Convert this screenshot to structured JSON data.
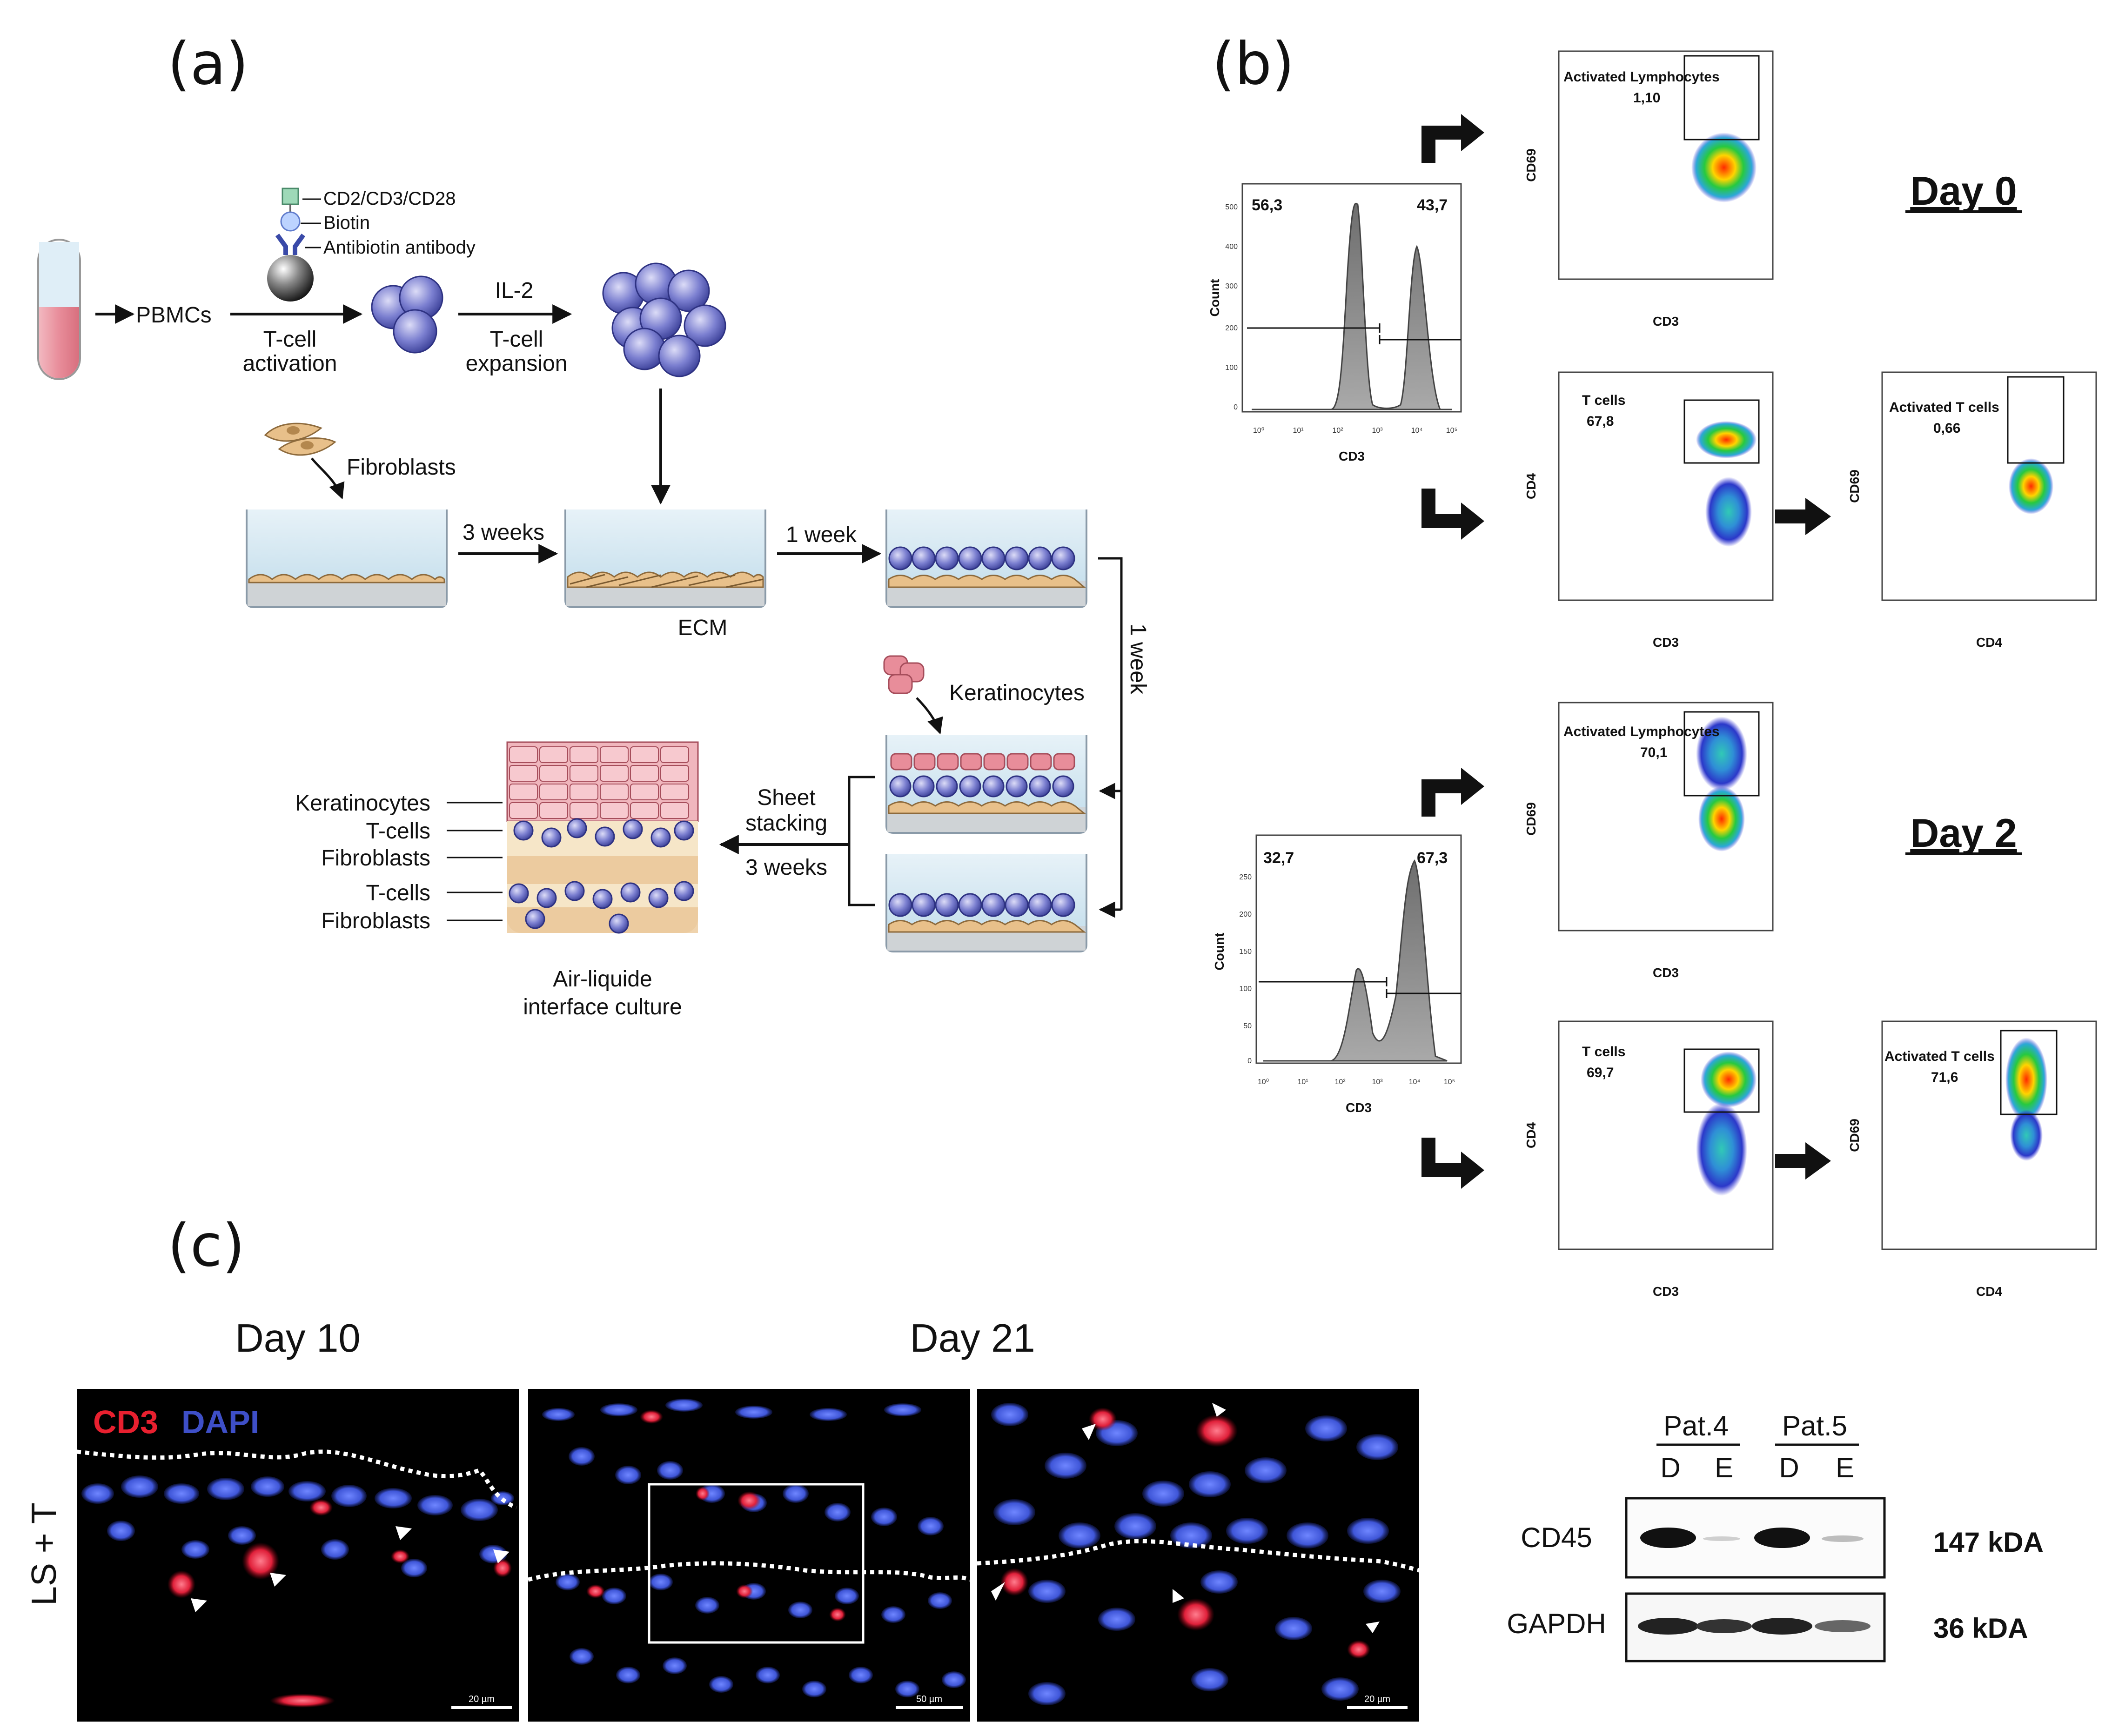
{
  "panel_a": {
    "label": "(a)",
    "reagent_labels": [
      "CD2/CD3/CD28",
      "Biotin",
      "Antibiotin antibody"
    ],
    "pbmc_label": "PBMCs",
    "activation_label": [
      "T-cell",
      "activation"
    ],
    "il2_label": "IL-2",
    "expansion_label": [
      "T-cell",
      "expansion"
    ],
    "fibroblasts_label": "Fibroblasts",
    "three_weeks_label": "3 weeks",
    "ecm_label": "ECM",
    "one_week_label": "1 week",
    "one_week_vertical_label": "1 week",
    "keratinocytes_label": "Keratinocytes",
    "sheet_stacking_label": [
      "Sheet",
      "stacking"
    ],
    "stacking_weeks_label": "3 weeks",
    "layer_labels": [
      "Keratinocytes",
      "T-cells",
      "Fibroblasts",
      "T-cells",
      "Fibroblasts"
    ],
    "ali_label": [
      "Air-liquide",
      "interface culture"
    ]
  },
  "panel_b": {
    "label": "(b)",
    "day_labels": [
      "Day 0",
      "Day 2"
    ],
    "axes": {
      "count": "Count",
      "cd3": "CD3",
      "cd4": "CD4",
      "cd69": "CD69"
    },
    "day0": {
      "hist_left": "56,3",
      "hist_right": "43,7",
      "hist_yticks": [
        "500",
        "400",
        "300",
        "200",
        "100",
        "0"
      ],
      "act_lymph_title": "Activated Lymphocytes",
      "act_lymph_value": "1,10",
      "tcells_title": "T cells",
      "tcells_value": "67,8",
      "act_tcells_title": "Activated T cells",
      "act_tcells_value": "0,66"
    },
    "day2": {
      "hist_left": "32,7",
      "hist_right": "67,3",
      "hist_yticks": [
        "250",
        "200",
        "150",
        "100",
        "50",
        "0"
      ],
      "act_lymph_title": "Activated Lymphocytes",
      "act_lymph_value": "70,1",
      "tcells_title": "T cells",
      "tcells_value": "69,7",
      "act_tcells_title": "Activated T cells",
      "act_tcells_value": "71,6"
    },
    "log_ticks": [
      "10⁰",
      "10¹",
      "10²",
      "10³",
      "10⁴",
      "10⁵"
    ]
  },
  "panel_c": {
    "label": "(c)",
    "day10_label": "Day 10",
    "day21_label": "Day 21",
    "stain_cd3": "CD3",
    "stain_dapi": "DAPI",
    "row_label": "LS + T",
    "scale_labels": [
      "20 µm",
      "50 µm",
      "20 µm"
    ],
    "western": {
      "patients": [
        "Pat.4",
        "Pat.5"
      ],
      "lanes": [
        "D",
        "E",
        "D",
        "E"
      ],
      "bands": [
        {
          "name": "CD45",
          "kda": "147 kDA"
        },
        {
          "name": "GAPDH",
          "kda": "36 kDA"
        }
      ]
    }
  }
}
